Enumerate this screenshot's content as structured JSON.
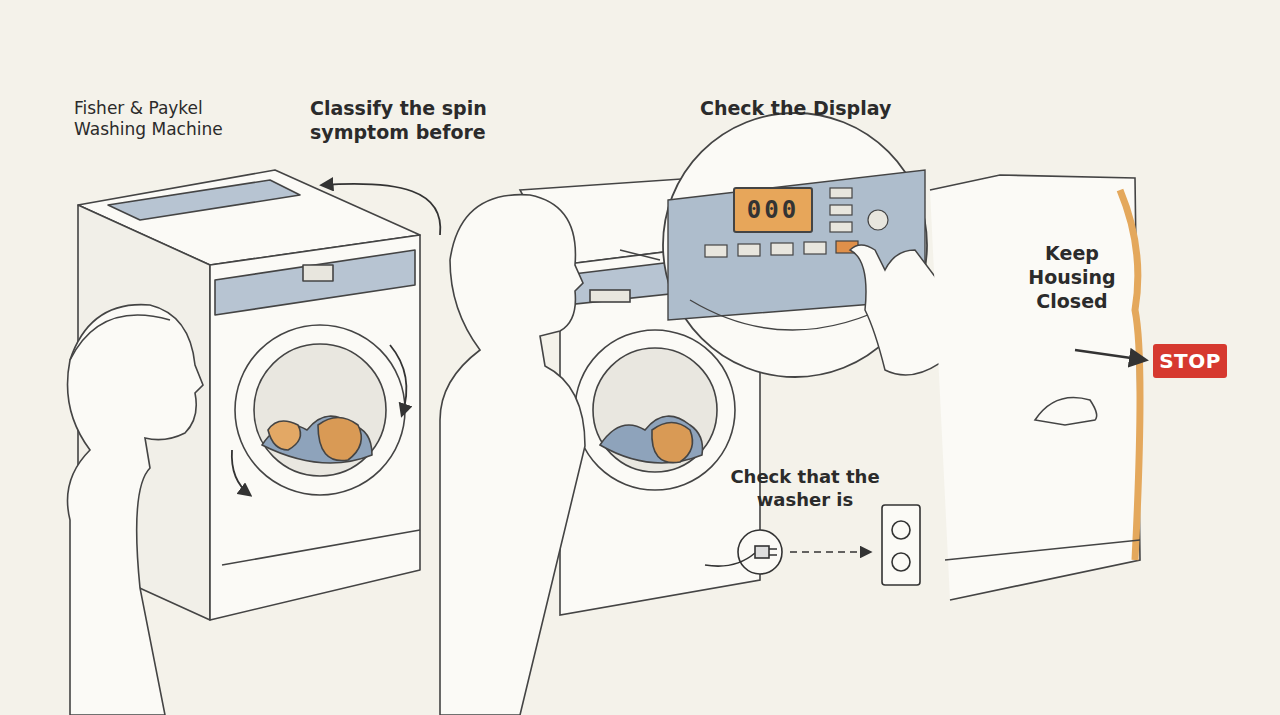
{
  "diagram": {
    "nodes": [
      {
        "text": [
          "000"
        ]
      },
      {
        "text": [
          "STOP"
        ]
      }
    ],
    "labels": [
      "Fisher & Paykel Washing Machine",
      "Classify the spin symptom before",
      "Check the Display",
      "Check that the washer is",
      "Keep Housing Closed"
    ]
  }
}
